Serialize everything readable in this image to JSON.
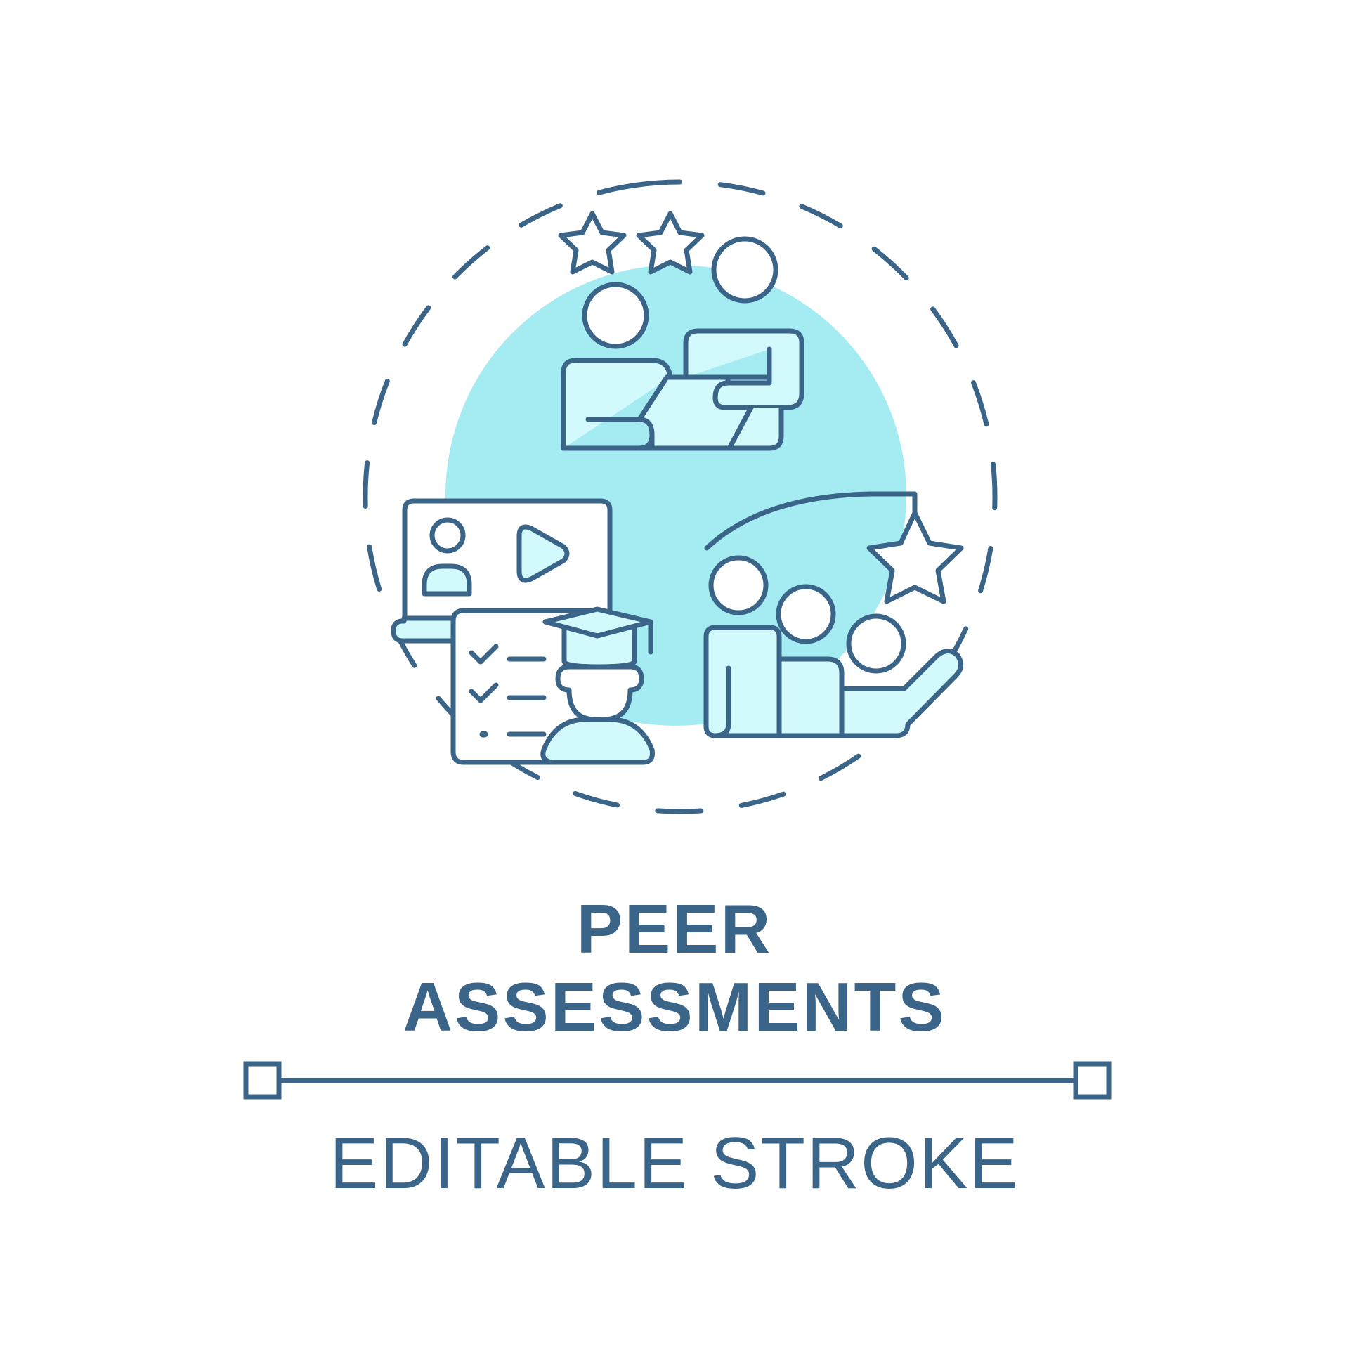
{
  "title": {
    "line1": "PEER",
    "line2": "ASSESSMENTS"
  },
  "caption": "EDITABLE STROKE",
  "colors": {
    "stroke": "#3b6489",
    "fill_light": "#d2fafc",
    "fill_circle": "#a5ecf2",
    "background": "#ffffff"
  },
  "icons": [
    "dashed-circle-frame",
    "two-stars-rating-icon",
    "two-people-at-desk-icon",
    "video-lesson-screen-icon",
    "graduate-with-checklist-icon",
    "group-of-three-people-icon",
    "single-star-rating-icon",
    "editable-stroke-ruler-icon"
  ]
}
